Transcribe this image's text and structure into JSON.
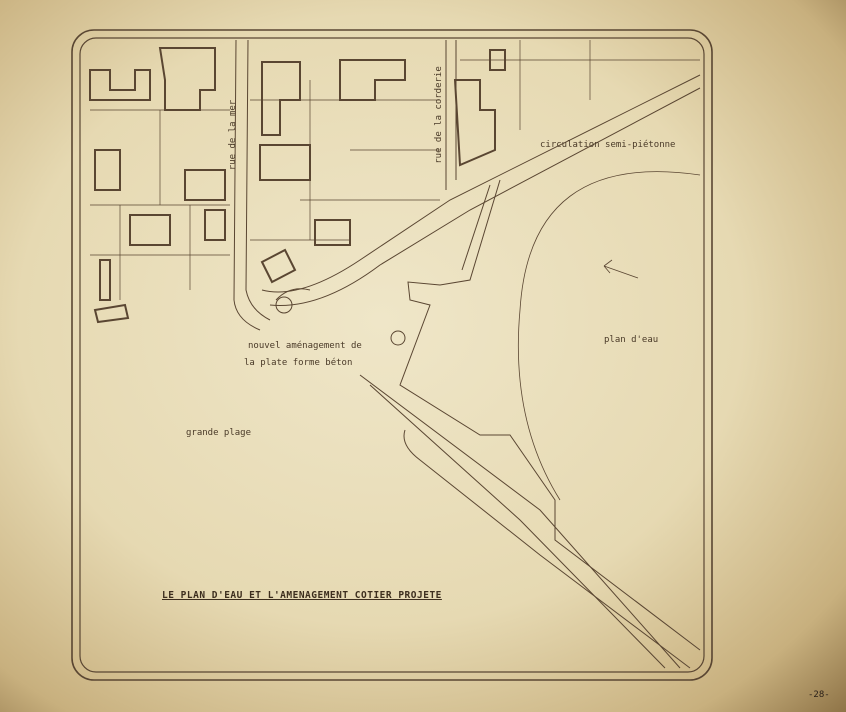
{
  "map": {
    "title": "LE PLAN D'EAU ET L'AMENAGEMENT COTIER PROJETE",
    "page_number": "-28-",
    "labels": {
      "street_1": "rue de la mer",
      "street_2": "rue de la corderie",
      "road": "circulation semi-piétonne",
      "water": "plan d'eau",
      "platform_line1": "nouvel aménagement de",
      "platform_line2": "la plate forme béton",
      "beach": "grande plage"
    },
    "colors": {
      "ink": "#4a3a28",
      "paper": "#efe6c8"
    }
  }
}
